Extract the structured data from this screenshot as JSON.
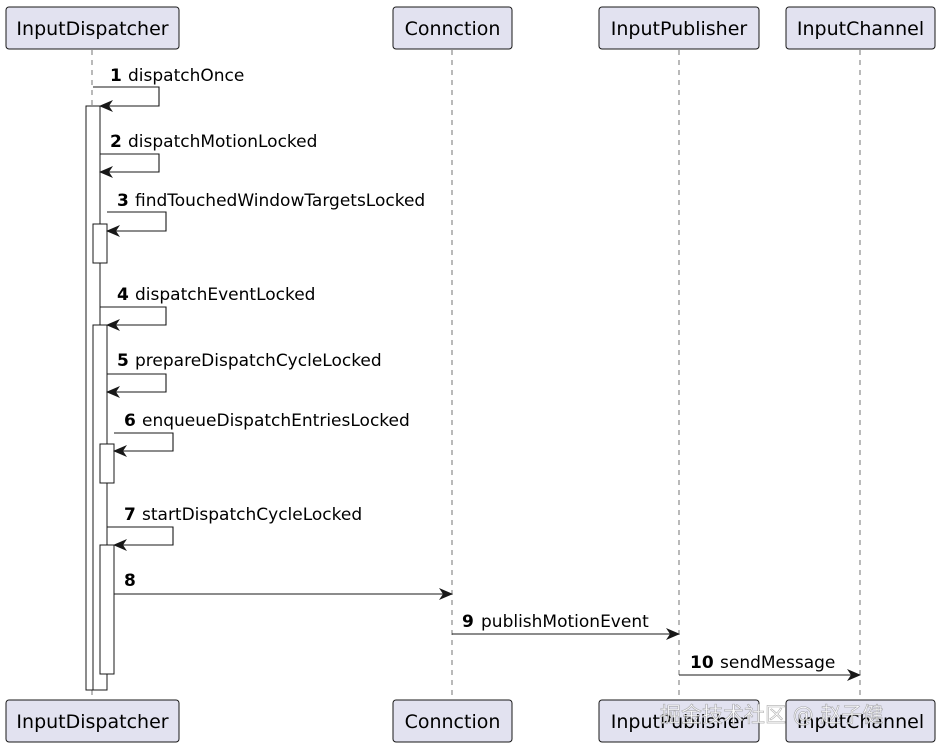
{
  "participants": [
    {
      "id": "dispatcher",
      "label": "InputDispatcher"
    },
    {
      "id": "connection",
      "label": "Connction"
    },
    {
      "id": "publisher",
      "label": "InputPublisher"
    },
    {
      "id": "channel",
      "label": "InputChannel"
    }
  ],
  "messages": [
    {
      "num": "1",
      "label": "dispatchOnce",
      "from": "dispatcher",
      "to": "dispatcher"
    },
    {
      "num": "2",
      "label": "dispatchMotionLocked",
      "from": "dispatcher",
      "to": "dispatcher"
    },
    {
      "num": "3",
      "label": "findTouchedWindowTargetsLocked",
      "from": "dispatcher",
      "to": "dispatcher"
    },
    {
      "num": "4",
      "label": "dispatchEventLocked",
      "from": "dispatcher",
      "to": "dispatcher"
    },
    {
      "num": "5",
      "label": "prepareDispatchCycleLocked",
      "from": "dispatcher",
      "to": "dispatcher"
    },
    {
      "num": "6",
      "label": "enqueueDispatchEntriesLocked",
      "from": "dispatcher",
      "to": "dispatcher"
    },
    {
      "num": "7",
      "label": "startDispatchCycleLocked",
      "from": "dispatcher",
      "to": "dispatcher"
    },
    {
      "num": "8",
      "label": "",
      "from": "dispatcher",
      "to": "connection"
    },
    {
      "num": "9",
      "label": "publishMotionEvent",
      "from": "connection",
      "to": "publisher"
    },
    {
      "num": "10",
      "label": "sendMessage",
      "from": "publisher",
      "to": "channel"
    }
  ],
  "watermark": "掘金技术社区 @ 赵子健"
}
